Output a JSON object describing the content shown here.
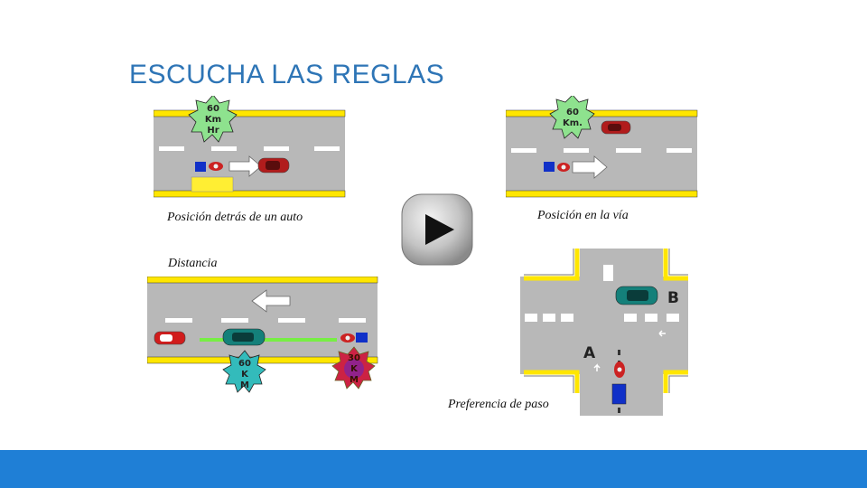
{
  "title": "ESCUCHA LAS REGLAS",
  "captions": {
    "behind_car": "Posición detrás de un auto",
    "road_position": "Posición en la vía",
    "distance": "Distancia",
    "right_of_way": "Preferencia de paso"
  },
  "signs": {
    "panel1": [
      "60",
      "Km",
      "Hr"
    ],
    "panel2": [
      "60",
      "Km."
    ],
    "panel3_left": [
      "60",
      "K",
      "M"
    ],
    "panel3_right": [
      "30",
      "K",
      "M"
    ]
  },
  "intersection": {
    "label_a": "A",
    "label_b": "B"
  },
  "colors": {
    "title": "#2e75b6",
    "road": "#b8b8b8",
    "road_edge": "#ffe600",
    "sign_green": "#8ee28e",
    "sign_teal": "#33bbbb",
    "sign_warm": "#cc2244",
    "bottom_bar": "#1f7fd6"
  },
  "play_button": {
    "icon": "play-icon"
  }
}
